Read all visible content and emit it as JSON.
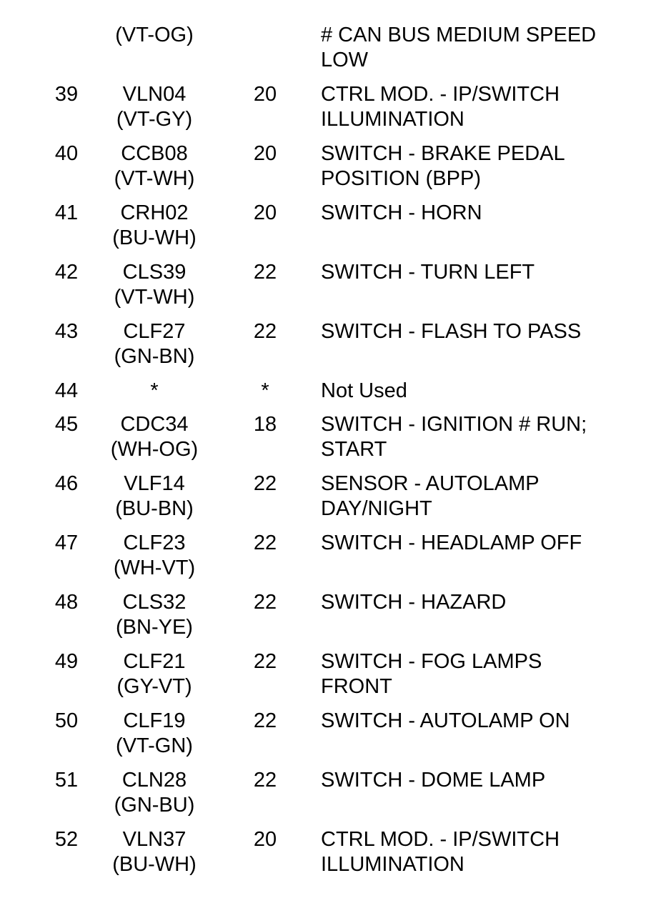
{
  "rows": [
    {
      "pin": "",
      "circuit": "",
      "color": "(VT-OG)",
      "gauge": "",
      "func1": "# CAN BUS MEDIUM SPEED",
      "func2": "LOW"
    },
    {
      "pin": "39",
      "circuit": "VLN04",
      "color": "(VT-GY)",
      "gauge": "20",
      "func1": "CTRL MOD. - IP/SWITCH",
      "func2": "ILLUMINATION"
    },
    {
      "pin": "40",
      "circuit": "CCB08",
      "color": "(VT-WH)",
      "gauge": "20",
      "func1": "SWITCH - BRAKE PEDAL",
      "func2": "POSITION (BPP)"
    },
    {
      "pin": "41",
      "circuit": "CRH02",
      "color": "(BU-WH)",
      "gauge": "20",
      "func1": "SWITCH - HORN",
      "func2": ""
    },
    {
      "pin": "42",
      "circuit": "CLS39",
      "color": "(VT-WH)",
      "gauge": "22",
      "func1": "SWITCH - TURN LEFT",
      "func2": ""
    },
    {
      "pin": "43",
      "circuit": "CLF27",
      "color": "(GN-BN)",
      "gauge": "22",
      "func1": "SWITCH - FLASH TO PASS",
      "func2": ""
    },
    {
      "pin": "44",
      "circuit": "*",
      "color": "",
      "gauge": "*",
      "func1": "Not Used",
      "func2": ""
    },
    {
      "pin": "45",
      "circuit": "CDC34",
      "color": "(WH-OG)",
      "gauge": "18",
      "func1": "SWITCH - IGNITION # RUN;",
      "func2": "START"
    },
    {
      "pin": "46",
      "circuit": "VLF14",
      "color": "(BU-BN)",
      "gauge": "22",
      "func1": "SENSOR - AUTOLAMP",
      "func2": "DAY/NIGHT"
    },
    {
      "pin": "47",
      "circuit": "CLF23",
      "color": "(WH-VT)",
      "gauge": "22",
      "func1": "SWITCH - HEADLAMP OFF",
      "func2": ""
    },
    {
      "pin": "48",
      "circuit": "CLS32",
      "color": "(BN-YE)",
      "gauge": "22",
      "func1": "SWITCH - HAZARD",
      "func2": ""
    },
    {
      "pin": "49",
      "circuit": "CLF21",
      "color": "(GY-VT)",
      "gauge": "22",
      "func1": "SWITCH - FOG LAMPS",
      "func2": "FRONT"
    },
    {
      "pin": "50",
      "circuit": "CLF19",
      "color": "(VT-GN)",
      "gauge": "22",
      "func1": "SWITCH - AUTOLAMP ON",
      "func2": ""
    },
    {
      "pin": "51",
      "circuit": "CLN28",
      "color": "(GN-BU)",
      "gauge": "22",
      "func1": "SWITCH - DOME LAMP",
      "func2": ""
    },
    {
      "pin": "52",
      "circuit": "VLN37",
      "color": "(BU-WH)",
      "gauge": "20",
      "func1": "CTRL MOD. - IP/SWITCH",
      "func2": "ILLUMINATION"
    }
  ]
}
